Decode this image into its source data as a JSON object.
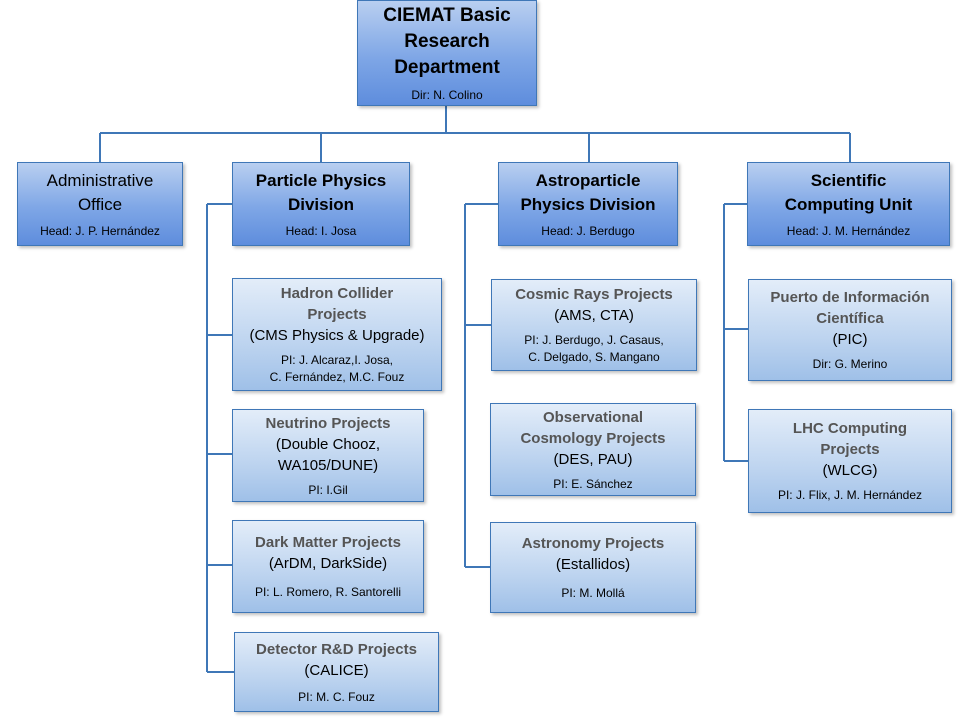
{
  "root": {
    "title": [
      "CIEMAT Basic",
      "Research",
      "Department"
    ],
    "head": "Dir: N. Colino"
  },
  "units": [
    {
      "title": [
        "Administrative",
        "Office"
      ],
      "head": "Head: J. P. Hernández"
    },
    {
      "title": [
        "Particle Physics",
        "Division"
      ],
      "head": "Head: I. Josa"
    },
    {
      "title": [
        "Astroparticle",
        "Physics Division"
      ],
      "head": "Head: J. Berdugo"
    },
    {
      "title": [
        "Scientific",
        "Computing Unit"
      ],
      "head": "Head: J. M. Hernández"
    }
  ],
  "particle_projects": [
    {
      "title": [
        "Hadron Collider",
        "Projects"
      ],
      "subtitle": [
        "(CMS Physics & Upgrade)"
      ],
      "pi": [
        "PI: J. Alcaraz,I. Josa,",
        "C. Fernández, M.C. Fouz"
      ]
    },
    {
      "title": [
        "Neutrino Projects"
      ],
      "subtitle": [
        "(Double Chooz,",
        "WA105/DUNE)"
      ],
      "pi": [
        "PI: I.Gil"
      ]
    },
    {
      "title": [
        "Dark Matter Projects"
      ],
      "subtitle": [
        "(ArDM, DarkSide)"
      ],
      "pi": [
        "PI: L. Romero, R. Santorelli"
      ]
    },
    {
      "title": [
        "Detector R&D Projects"
      ],
      "subtitle": [
        "(CALICE)"
      ],
      "pi": [
        "PI: M. C. Fouz"
      ]
    }
  ],
  "astro_projects": [
    {
      "title": [
        "Cosmic Rays Projects"
      ],
      "subtitle": [
        "(AMS, CTA)"
      ],
      "pi": [
        "PI: J. Berdugo, J. Casaus,",
        "C. Delgado, S. Mangano"
      ]
    },
    {
      "title": [
        "Observational",
        "Cosmology Projects"
      ],
      "subtitle": [
        "(DES, PAU)"
      ],
      "pi": [
        "PI: E. Sánchez"
      ]
    },
    {
      "title": [
        "Astronomy Projects"
      ],
      "subtitle": [
        "(Estallidos)"
      ],
      "pi": [
        "PI: M. Mollá"
      ]
    }
  ],
  "computing_projects": [
    {
      "title": [
        "Puerto de Información",
        "Científica"
      ],
      "subtitle": [
        "(PIC)"
      ],
      "pi": [
        "Dir: G. Merino"
      ]
    },
    {
      "title": [
        "LHC Computing",
        "Projects"
      ],
      "subtitle": [
        "(WLCG)"
      ],
      "pi": [
        "PI: J. Flix, J. M. Hernández"
      ]
    }
  ],
  "colors": {
    "line": "#3f77b7",
    "border": "#3f77b7"
  }
}
